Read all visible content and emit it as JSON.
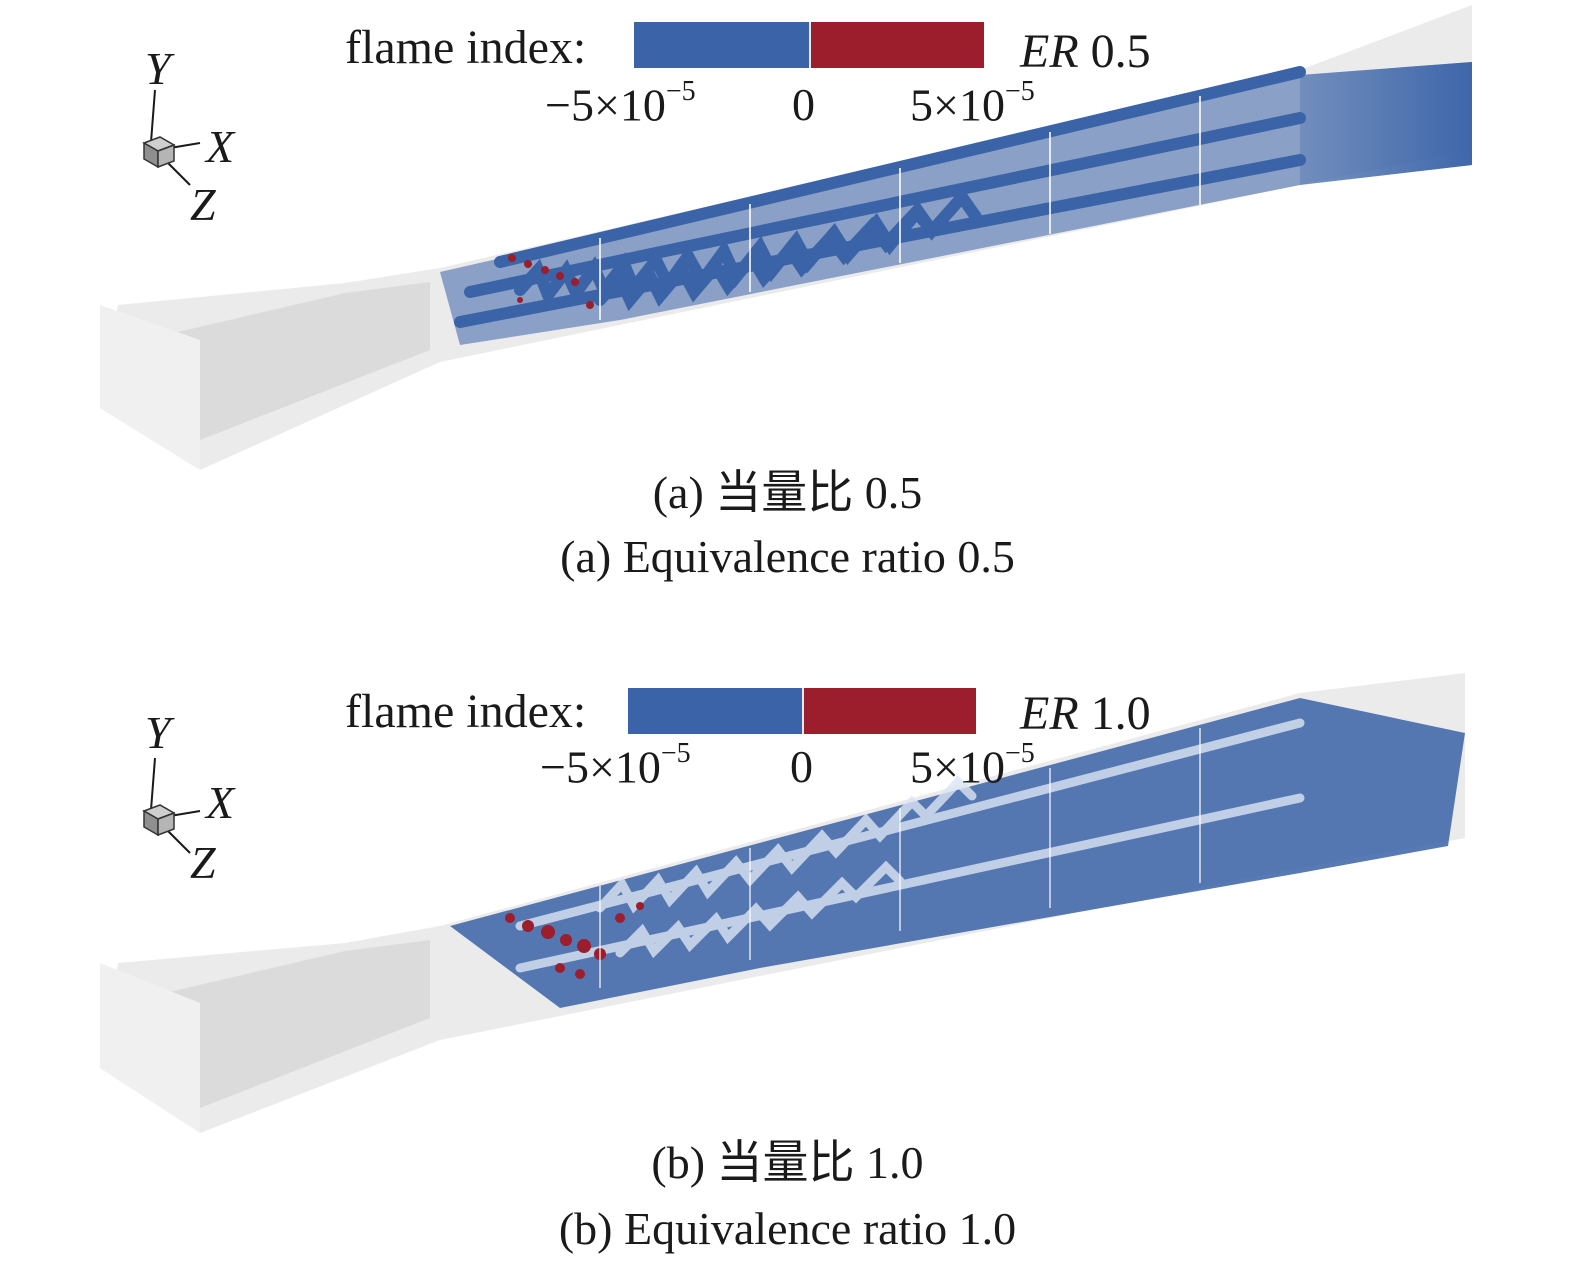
{
  "legend_colors": {
    "negative": "#3a63a8",
    "positive": "#9c1d2b"
  },
  "panels": [
    {
      "legend_title": "flame index:",
      "tick_neg_base": "−5×10",
      "tick_neg_exp": "−5",
      "tick_zero": "0",
      "tick_pos_base": "5×10",
      "tick_pos_exp": "−5",
      "er_symbol": "ER",
      "er_value": "0.5",
      "axis": {
        "y": "Y",
        "x": "X",
        "z": "Z"
      },
      "caption_cn": "(a) 当量比 0.5",
      "caption_en": "(a) Equivalence ratio 0.5"
    },
    {
      "legend_title": "flame index:",
      "tick_neg_base": "−5×10",
      "tick_neg_exp": "−5",
      "tick_zero": "0",
      "tick_pos_base": "5×10",
      "tick_pos_exp": "−5",
      "er_symbol": "ER",
      "er_value": "1.0",
      "axis": {
        "y": "Y",
        "x": "X",
        "z": "Z"
      },
      "caption_cn": "(b) 当量比 1.0",
      "caption_en": "(b) Equivalence ratio 1.0"
    }
  ]
}
